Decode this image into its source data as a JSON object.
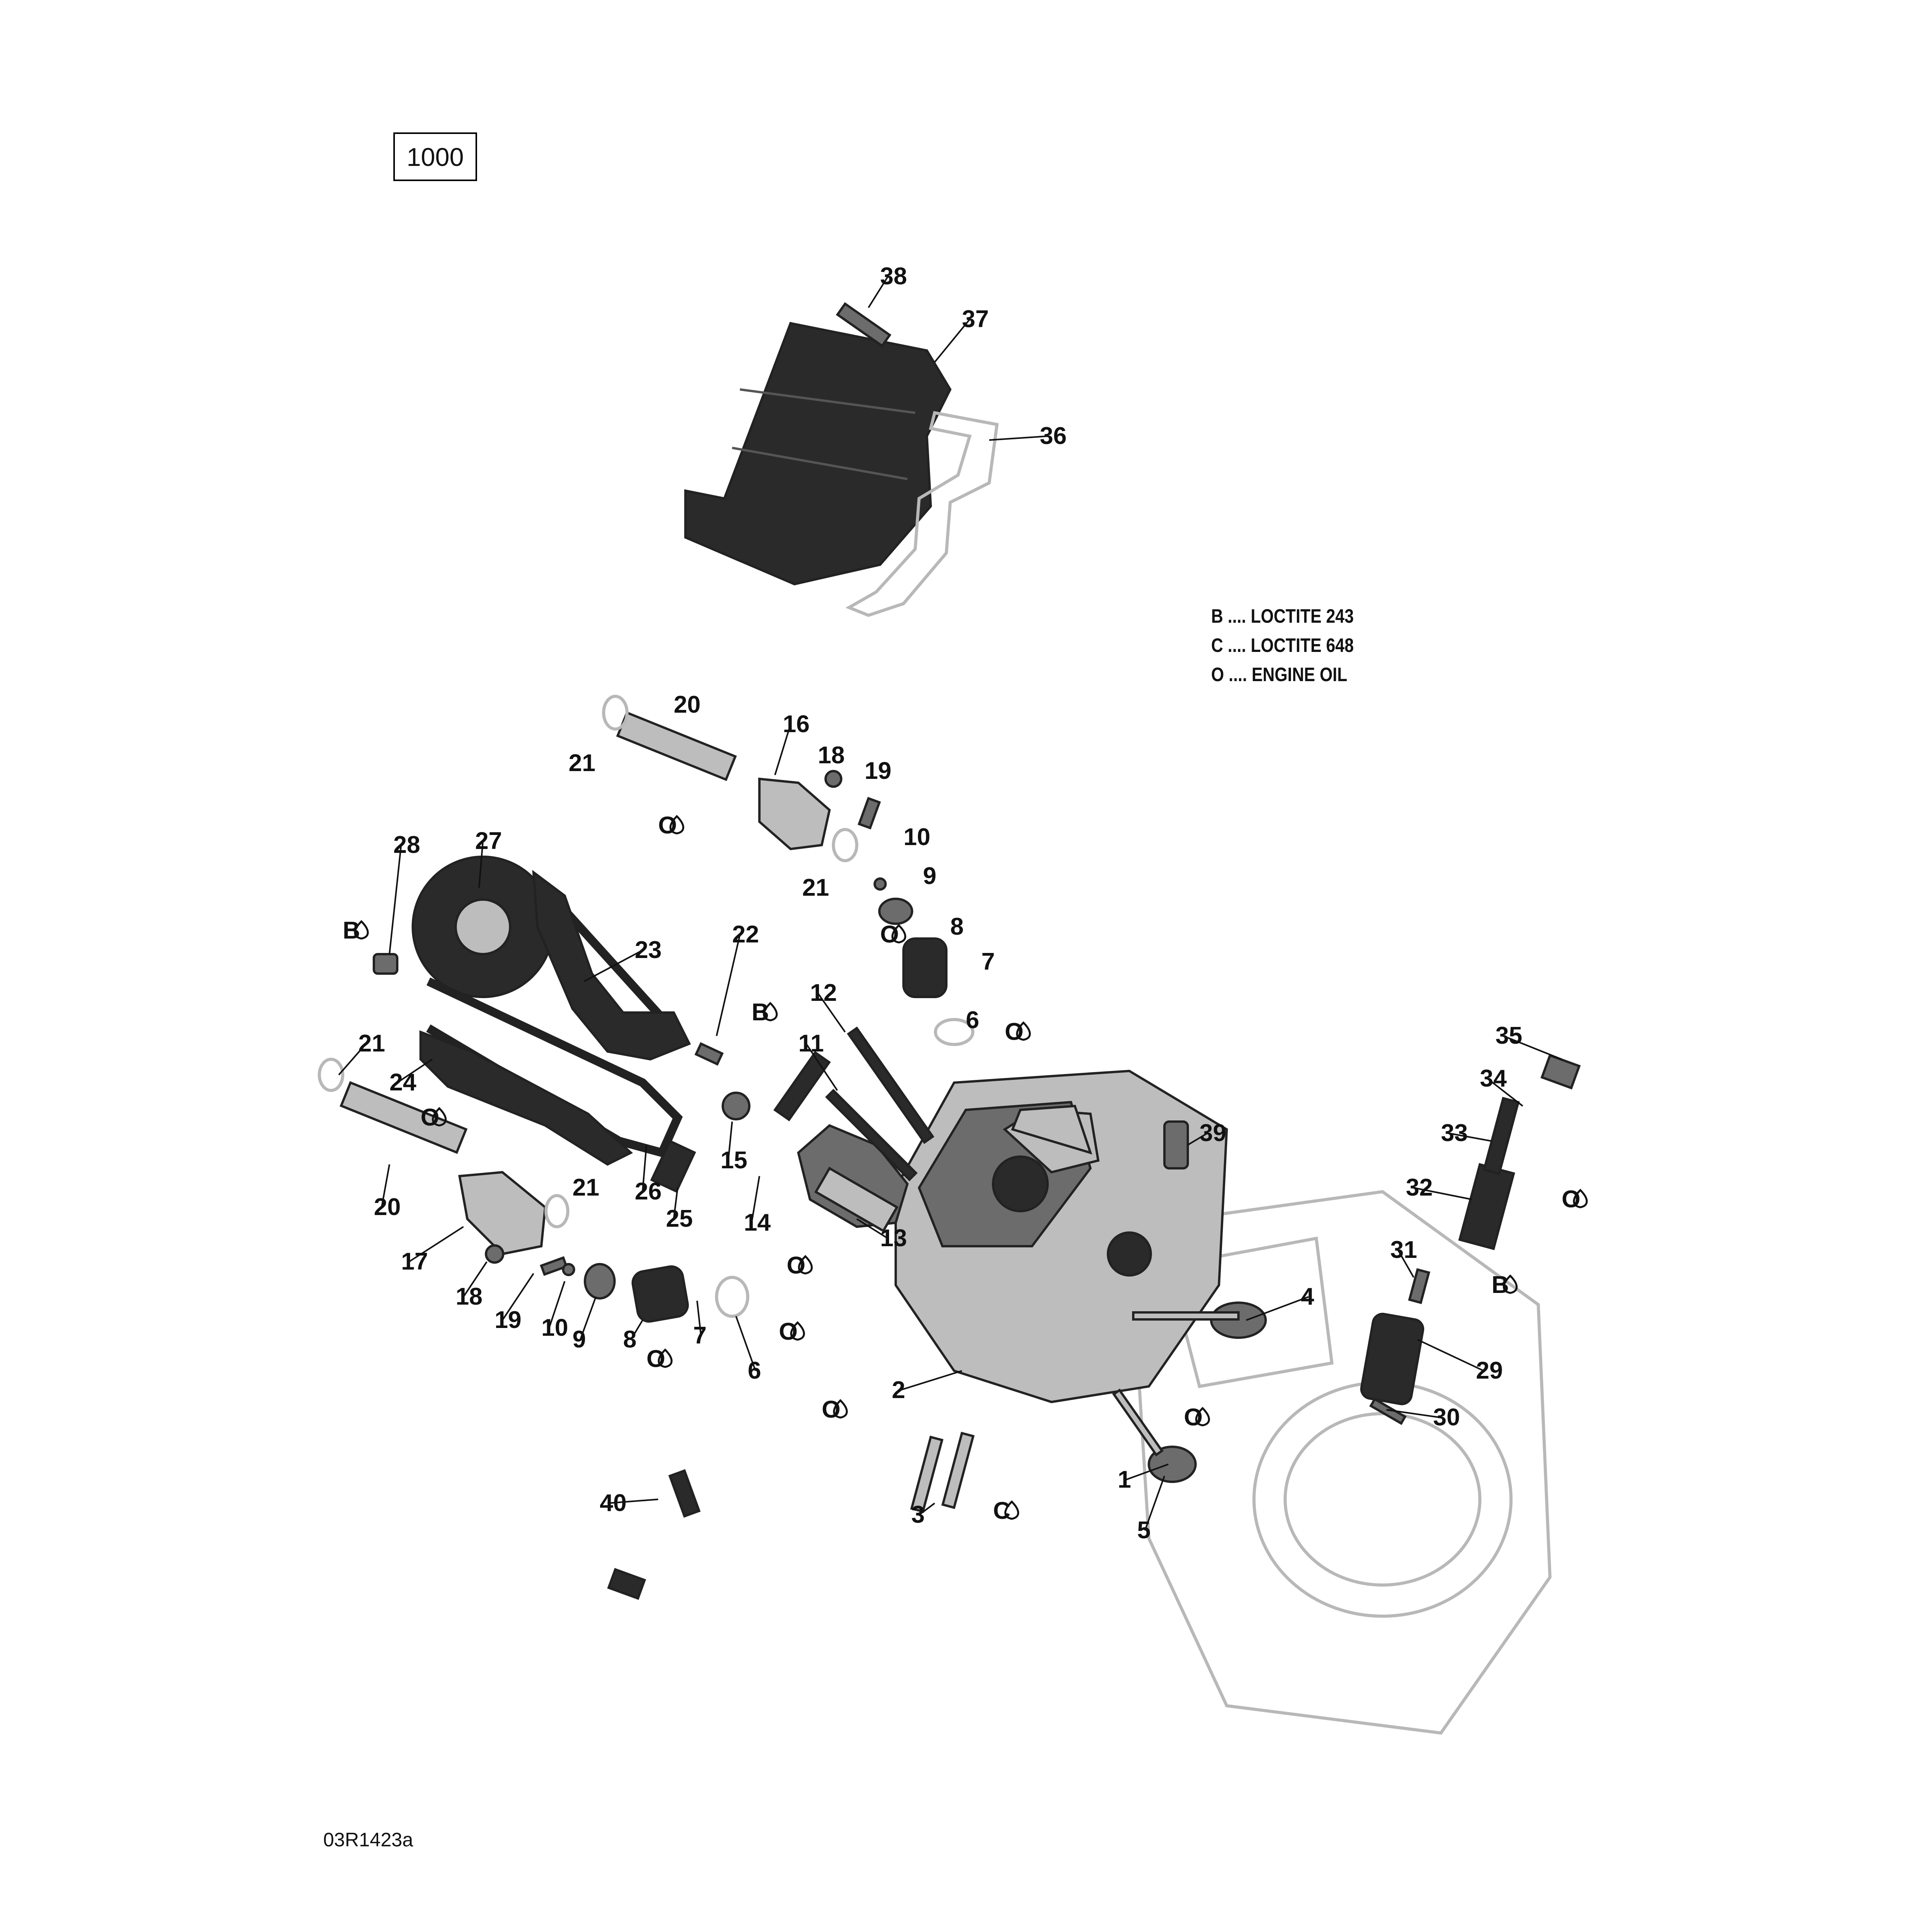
{
  "model_box": "1000",
  "figure_code": "03R1423a",
  "legend": [
    {
      "code": "B",
      "dots": "....",
      "text": "LOCTITE 243"
    },
    {
      "code": "C",
      "dots": "....",
      "text": "LOCTITE 648"
    },
    {
      "code": "O",
      "dots": "....",
      "text": "ENGINE OIL"
    }
  ],
  "part_callouts": [
    "1",
    "2",
    "3",
    "4",
    "5",
    "6",
    "7",
    "8",
    "9",
    "10",
    "11",
    "12",
    "13",
    "14",
    "15",
    "16",
    "17",
    "18",
    "19",
    "20",
    "21",
    "22",
    "23",
    "24",
    "25",
    "26",
    "27",
    "28",
    "29",
    "30",
    "31",
    "32",
    "33",
    "34",
    "35",
    "36",
    "37",
    "38",
    "39",
    "40"
  ],
  "repeat_callouts": [
    "6",
    "7",
    "8",
    "9",
    "10",
    "18",
    "19",
    "20",
    "21",
    "21",
    "21"
  ],
  "lubricant_markers": [
    "O",
    "O",
    "O",
    "O",
    "O",
    "O",
    "O",
    "O",
    "O",
    "O",
    "B",
    "B",
    "B",
    "C"
  ]
}
